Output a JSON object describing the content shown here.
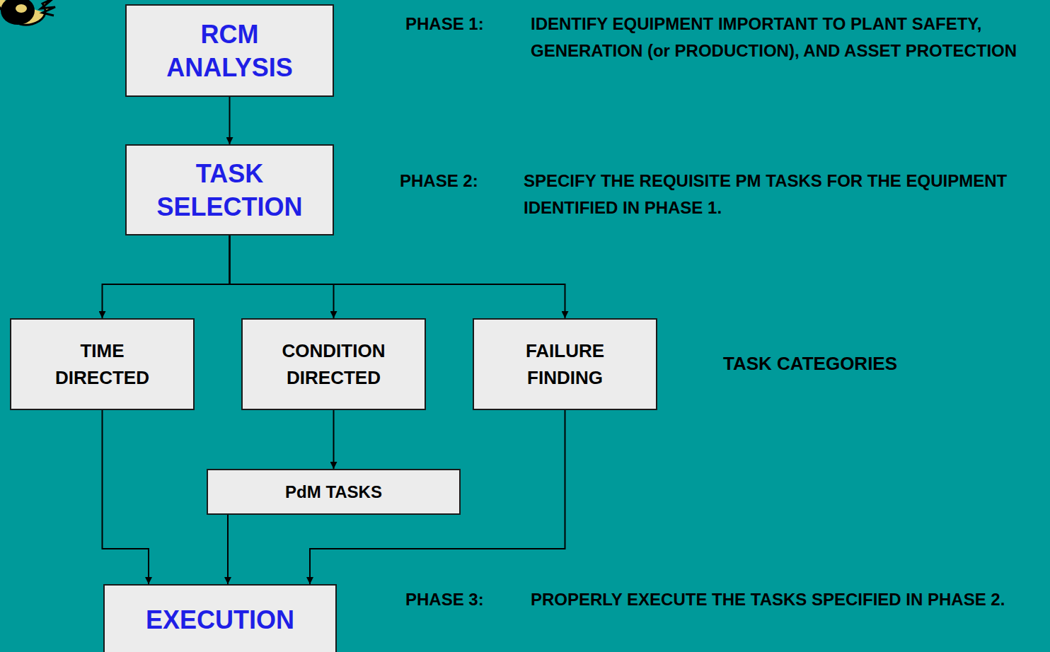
{
  "diagram": {
    "nodes": [
      {
        "text": [
          "RCM ANALYSIS"
        ]
      },
      {
        "text": [
          "TASK SELECTION"
        ]
      },
      {
        "text": [
          "TIME DIRECTED"
        ]
      },
      {
        "text": [
          "CONDITION DIRECTED"
        ]
      },
      {
        "text": [
          "FAILURE FINDING"
        ]
      },
      {
        "text": [
          "PdM TASKS"
        ]
      },
      {
        "text": [
          "EXECUTION"
        ]
      }
    ],
    "edges": [
      {
        "from": 0,
        "to": 1,
        "arrow": "to"
      },
      {
        "from": 1,
        "to": 2,
        "arrow": "to"
      },
      {
        "from": 1,
        "to": 3,
        "arrow": "to"
      },
      {
        "from": 1,
        "to": 4,
        "arrow": "to"
      },
      {
        "from": 3,
        "to": 5,
        "arrow": "to"
      },
      {
        "from": 2,
        "to": 6,
        "arrow": "to"
      },
      {
        "from": 5,
        "to": 6,
        "arrow": "to"
      },
      {
        "from": 4,
        "to": 6,
        "arrow": "to"
      }
    ],
    "labels": [
      "PHASE 1:",
      "IDENTIFY EQUIPMENT IMPORTANT TO PLANT SAFETY, GENERATION (or PRODUCTION), AND ASSET PROTECTION",
      "PHASE 2:",
      "SPECIFY THE REQUISITE PM TASKS FOR THE EQUIPMENT IDENTIFIED IN PHASE 1.",
      "TASK CATEGORIES",
      "PHASE 3:",
      "PROPERLY EXECUTE THE TASKS SPECIFIED IN PHASE 2."
    ]
  }
}
